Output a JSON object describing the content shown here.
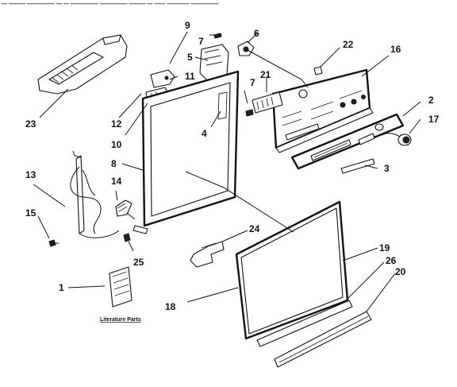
{
  "header_text": "—  ———  —————      —     —  —————  ————— ———        —  ——   ————  —————",
  "callouts": {
    "c1": "1",
    "c2": "2",
    "c3": "3",
    "c4": "4",
    "c5": "5",
    "c6": "6",
    "c7a": "7",
    "c7b": "7",
    "c8": "8",
    "c9": "9",
    "c10": "10",
    "c11": "11",
    "c12": "12",
    "c13": "13",
    "c14": "14",
    "c15": "15",
    "c16": "16",
    "c17": "17",
    "c18": "18",
    "c19": "19",
    "c20": "20",
    "c21": "21",
    "c22": "22",
    "c23": "23",
    "c24": "24",
    "c25": "25",
    "c26": "26"
  },
  "literature_label": "Literature Parts"
}
